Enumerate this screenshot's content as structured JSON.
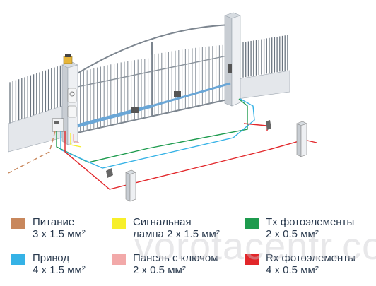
{
  "legend": [
    {
      "id": "power",
      "color": "#c8875c",
      "line1": "Питание",
      "line2": "3 x 1.5 мм²"
    },
    {
      "id": "lamp",
      "color": "#f7ef2a",
      "line1": "Сигнальная",
      "line2": "лампа 2 x 1.5 мм²"
    },
    {
      "id": "tx",
      "color": "#1e9b4e",
      "line1": "Tx фотоэлементы",
      "line2": "2 x 0.5 мм²"
    },
    {
      "id": "drive",
      "color": "#35b2e6",
      "line1": "Привод",
      "line2": "4 x 1.5 мм²"
    },
    {
      "id": "keypanel",
      "color": "#f2a9a9",
      "line1": "Панель с ключом",
      "line2": "2 x 0.5 мм²"
    },
    {
      "id": "rx",
      "color": "#e2262a",
      "line1": "Rx фотоэлементы",
      "line2": "4 x 0.5 мм²"
    }
  ],
  "watermark": "vorotacentr.com"
}
